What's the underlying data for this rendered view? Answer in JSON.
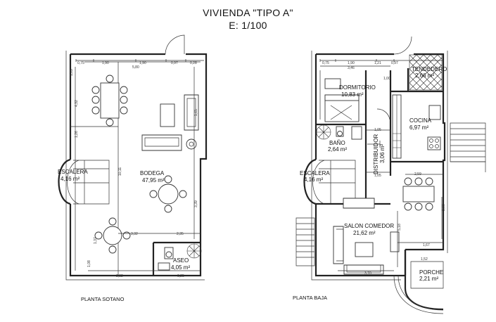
{
  "title": {
    "line1": "VIVIENDA \"TIPO A\"",
    "line2": "E: 1/100"
  },
  "sotano": {
    "caption": "PLANTA SOTANO",
    "escalera": {
      "name": "ESCALERA",
      "area": "4,16 m²"
    },
    "bodega": {
      "name": "BODEGA",
      "area": "47,95 m²"
    },
    "aseo": {
      "name": "ASEO",
      "area": "4,05 m²"
    },
    "dims": [
      "0,75",
      "1,90",
      "5,80",
      "0,97",
      "0,28",
      "4,32",
      "1,26",
      "1,09",
      "3,32",
      "1,37",
      "3,39",
      "2,35",
      "3,82",
      "1,08",
      "10,11",
      "1,65",
      "0,25"
    ]
  },
  "baja": {
    "caption": "PLANTA BAJA",
    "dormitorio": {
      "name": "DORMITORIO",
      "area": "10,83 m²"
    },
    "tendedero": {
      "name": "TENDEDERO",
      "area": "2,66 m²"
    },
    "cocina": {
      "name": "COCINA",
      "area": "6,97 m²"
    },
    "bano": {
      "name": "BAÑO",
      "area": "2,64 m²"
    },
    "distribuidor": {
      "name": "DISTRIBUIDOR",
      "area": "3,06 m²"
    },
    "escalera": {
      "name": "ESCALERA",
      "area": "4,16 m²"
    },
    "salon": {
      "name": "SALON COMEDOR",
      "area": "21,62 m²"
    },
    "porche": {
      "name": "PORCHE",
      "area": "2,21 m²"
    },
    "dims": [
      "0,75",
      "1,90",
      "1,21",
      "0,97",
      "3,46",
      "1,05",
      "2,59",
      "1,05",
      "1,67",
      "5,18",
      "1,52",
      "3,70",
      "1,00",
      "3,00"
    ]
  }
}
